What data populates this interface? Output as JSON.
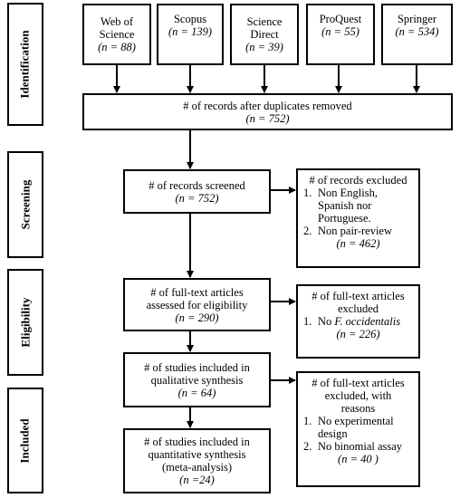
{
  "phases": {
    "identification": "Identification",
    "screening": "Screening",
    "eligibility": "Eligibility",
    "included": "Included"
  },
  "sources": [
    {
      "name_l1": "Web of",
      "name_l2": "Science",
      "count": "(n = 88)"
    },
    {
      "name_l1": "Scopus",
      "name_l2": "",
      "count": "(n = 139)"
    },
    {
      "name_l1": "Science",
      "name_l2": "Direct",
      "count": "(n = 39)"
    },
    {
      "name_l1": "ProQuest",
      "name_l2": "",
      "count": "(n = 55)"
    },
    {
      "name_l1": "Springer",
      "name_l2": "",
      "count": "(n = 534)"
    }
  ],
  "dedup": {
    "line1": "# of records after duplicates removed",
    "line2": "(n = 752)"
  },
  "screened": {
    "line1": "# of records screened",
    "line2": "(n = 752)"
  },
  "excluded1": {
    "title": "# of records excluded",
    "item1_num": "1.",
    "item1_l1": "Non English,",
    "item1_l2": "Spanish nor",
    "item1_l3": "Portuguese.",
    "item2_num": "2.",
    "item2_l1": "Non pair-review",
    "count": "(n = 462)"
  },
  "fulltext": {
    "line1": "# of full-text articles",
    "line2": "assessed for eligibility",
    "line3": "(n = 290)"
  },
  "excluded2": {
    "title_l1": "# of full-text articles",
    "title_l2": "excluded",
    "item1_num": "1.",
    "item1_pre": "No ",
    "item1_species": "F. occidentalis",
    "count": "(n = 226)"
  },
  "qualitative": {
    "line1": "# of studies included in",
    "line2": "qualitative synthesis",
    "line3": "(n = 64)"
  },
  "excluded3": {
    "title_l1": "# of full-text articles",
    "title_l2": "excluded, with",
    "title_l3": "reasons",
    "item1_num": "1.",
    "item1_l1": "No experimental",
    "item1_l2": "design",
    "item2_num": "2.",
    "item2_l1": "No binomial assay",
    "count": "(n = 40 )"
  },
  "quantitative": {
    "line1": "# of studies included in",
    "line2": "quantitative synthesis",
    "line3": "(meta-analysis)",
    "line4": "(n =24)"
  }
}
